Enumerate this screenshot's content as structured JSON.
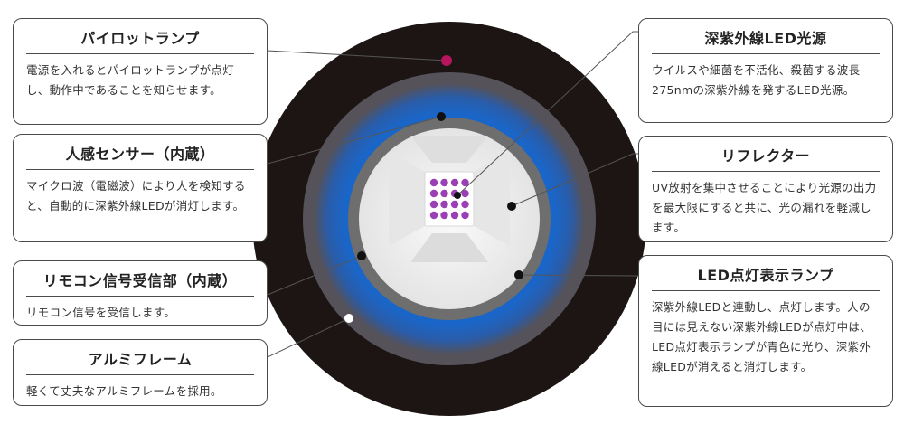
{
  "colors": {
    "outer_ring": "#1c1514",
    "gray_band": "#55525a",
    "blue_glow": "#1a66c8",
    "metal_ring": "#6e6e6e",
    "reflector": "#efefef",
    "led_chip": "#9b3fb5",
    "pilot_lamp": "#b8155f"
  },
  "callouts": {
    "pilot": {
      "title": "パイロットランプ",
      "body": "電源を入れるとパイロットランプが点灯し、動作中であることを知らせます。"
    },
    "sensor": {
      "title": "人感センサー（内蔵）",
      "body": "マイクロ波（電磁波）により人を検知すると、自動的に深紫外線LEDが消灯します。"
    },
    "remote": {
      "title": "リモコン信号受信部（内蔵）",
      "body": "リモコン信号を受信します。"
    },
    "frame": {
      "title": "アルミフレーム",
      "body": "軽くて丈夫なアルミフレームを採用。"
    },
    "uvled": {
      "title": "深紫外線LED光源",
      "body": "ウイルスや細菌を不活化、殺菌する波長275nmの深紫外線を発するLED光源。"
    },
    "reflector": {
      "title": "リフレクター",
      "body": "UV放射を集中させることにより光源の出力を最大限にすると共に、光の漏れを軽減します。"
    },
    "indicator": {
      "title": "LED点灯表示ランプ",
      "body": "深紫外線LEDと連動し、点灯します。人の目には見えない深紫外線LEDが点灯中は、LED点灯表示ランプが青色に光り、深紫外線LEDが消えると消灯します。"
    }
  }
}
